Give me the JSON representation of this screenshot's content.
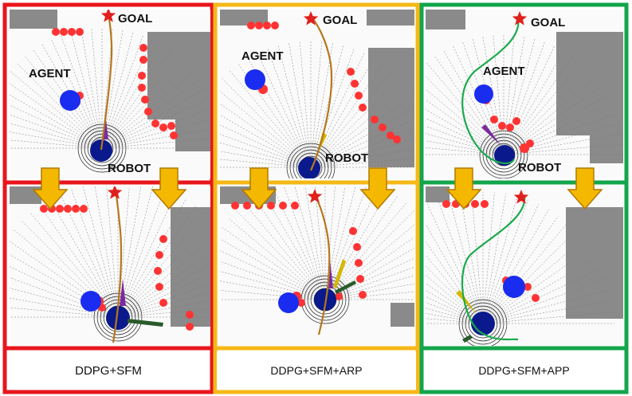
{
  "labels": {
    "goal": "GOAL",
    "agent": "AGENT",
    "robot": "ROBOT"
  },
  "panels": [
    {
      "caption": "DDPG+SFM",
      "frame_color": "#e8161c",
      "path_color": "#b5781c"
    },
    {
      "caption": "DDPG+SFM+ARP",
      "frame_color": "#f6b817",
      "path_color": "#b5781c"
    },
    {
      "caption": "DDPG+SFM+APP",
      "frame_color": "#13a54b",
      "path_color": "#1aaa4d"
    }
  ],
  "colors": {
    "obstacle": "#8a8a8a",
    "inflation": "#ff3333",
    "agent": "#1a2cf0",
    "robot": "#0a1a8c",
    "goal_star": "#e0201c",
    "arrow_fill": "#f5b800",
    "arrow_edge": "#b07a00",
    "lidar": "#7a7a7a"
  }
}
